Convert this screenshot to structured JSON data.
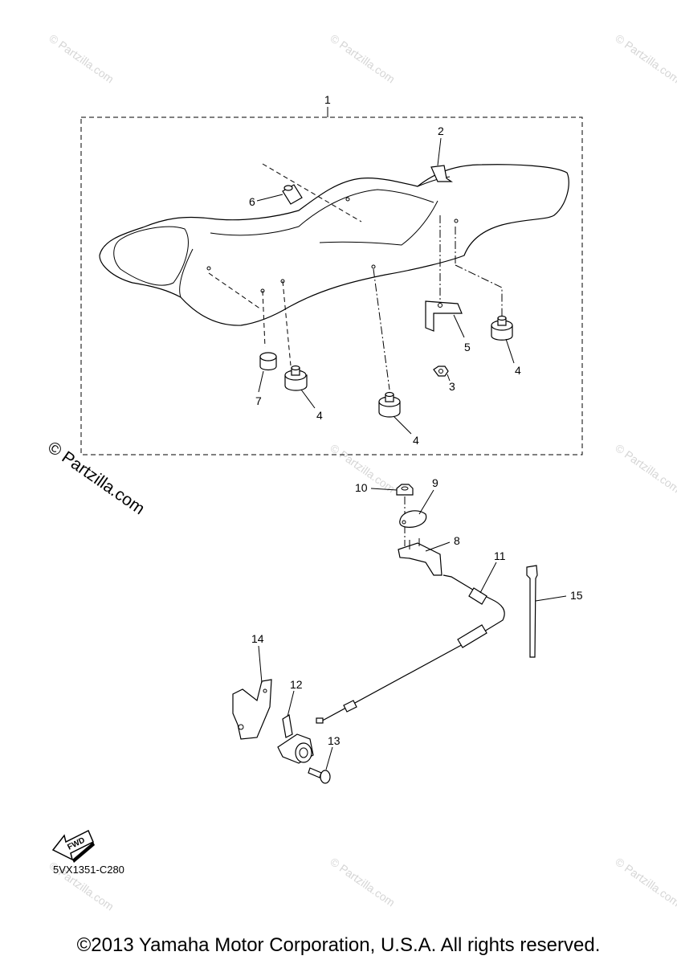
{
  "watermark": {
    "text": "© Partzilla.com"
  },
  "brand_watermark": {
    "text": "© Partzilla.com"
  },
  "callouts": {
    "c1": "1",
    "c2": "2",
    "c3": "3",
    "c4a": "4",
    "c4b": "4",
    "c4c": "4",
    "c5": "5",
    "c6": "6",
    "c7": "7",
    "c8": "8",
    "c9": "9",
    "c10": "10",
    "c11": "11",
    "c12": "12",
    "c13": "13",
    "c14": "14",
    "c15": "15"
  },
  "fwd_label": "FWD",
  "diagram_code": "5VX1351-C280",
  "copyright": "©2013 Yamaha Motor Corporation, U.S.A. All rights reserved."
}
